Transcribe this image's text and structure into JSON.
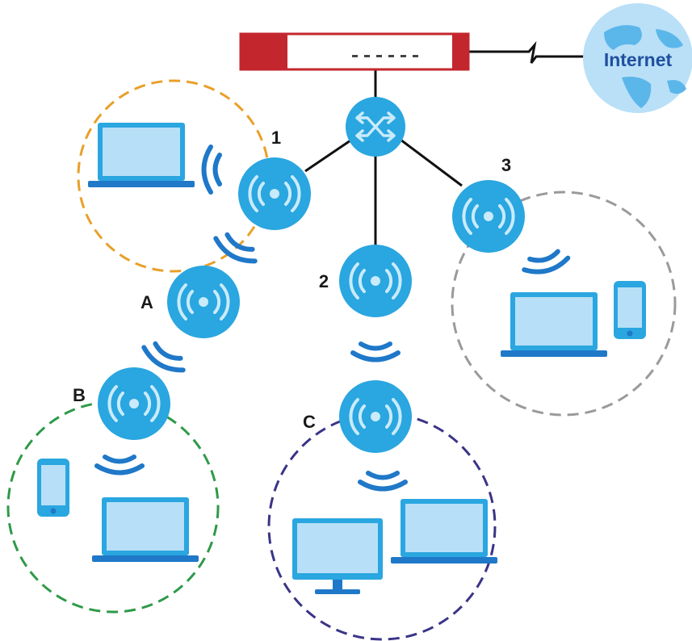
{
  "internet": {
    "label": "Internet"
  },
  "access_points": [
    {
      "id": "1",
      "label": "1"
    },
    {
      "id": "2",
      "label": "2"
    },
    {
      "id": "3",
      "label": "3"
    },
    {
      "id": "A",
      "label": "A"
    },
    {
      "id": "B",
      "label": "B"
    },
    {
      "id": "C",
      "label": "C"
    }
  ],
  "colors": {
    "firewall_red": "#c4262e",
    "ap_blue": "#2aa6e0",
    "wave_blue": "#1f78c8",
    "device_fill": "#b7dff7",
    "device_frame": "#2aa6e0",
    "device_base": "#1f78c8",
    "globe_fill": "#b9e0f7",
    "globe_land": "#5bb6ea",
    "cell_orange": "#e8a02a",
    "cell_gray": "#9a9a9a",
    "cell_green": "#2e9a48",
    "cell_purple": "#3a3487"
  }
}
